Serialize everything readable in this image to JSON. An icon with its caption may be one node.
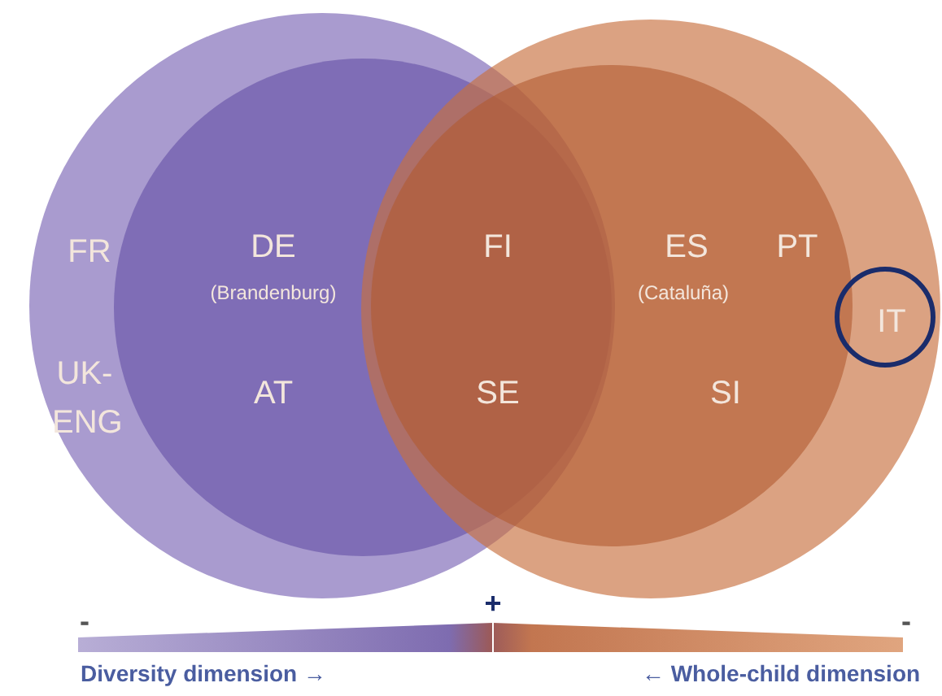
{
  "diagram": {
    "nodes": [
      {
        "text": [
          "FR",
          "UK-ENG"
        ]
      },
      {
        "text": [
          "DE",
          "(Brandenburg)",
          "AT"
        ],
        "in": 0
      },
      {
        "text": [],
        "shape": "circle"
      },
      {
        "text": [
          "ES",
          "(Cataluña)",
          "PT",
          "SI"
        ],
        "in": 2
      },
      {
        "text": [
          "IT"
        ],
        "in": 2
      }
    ],
    "edges": [],
    "labels": [
      "FI",
      "SE",
      "-",
      "+",
      "-",
      "Diversity dimension →",
      "← Whole-child dimension"
    ]
  }
}
